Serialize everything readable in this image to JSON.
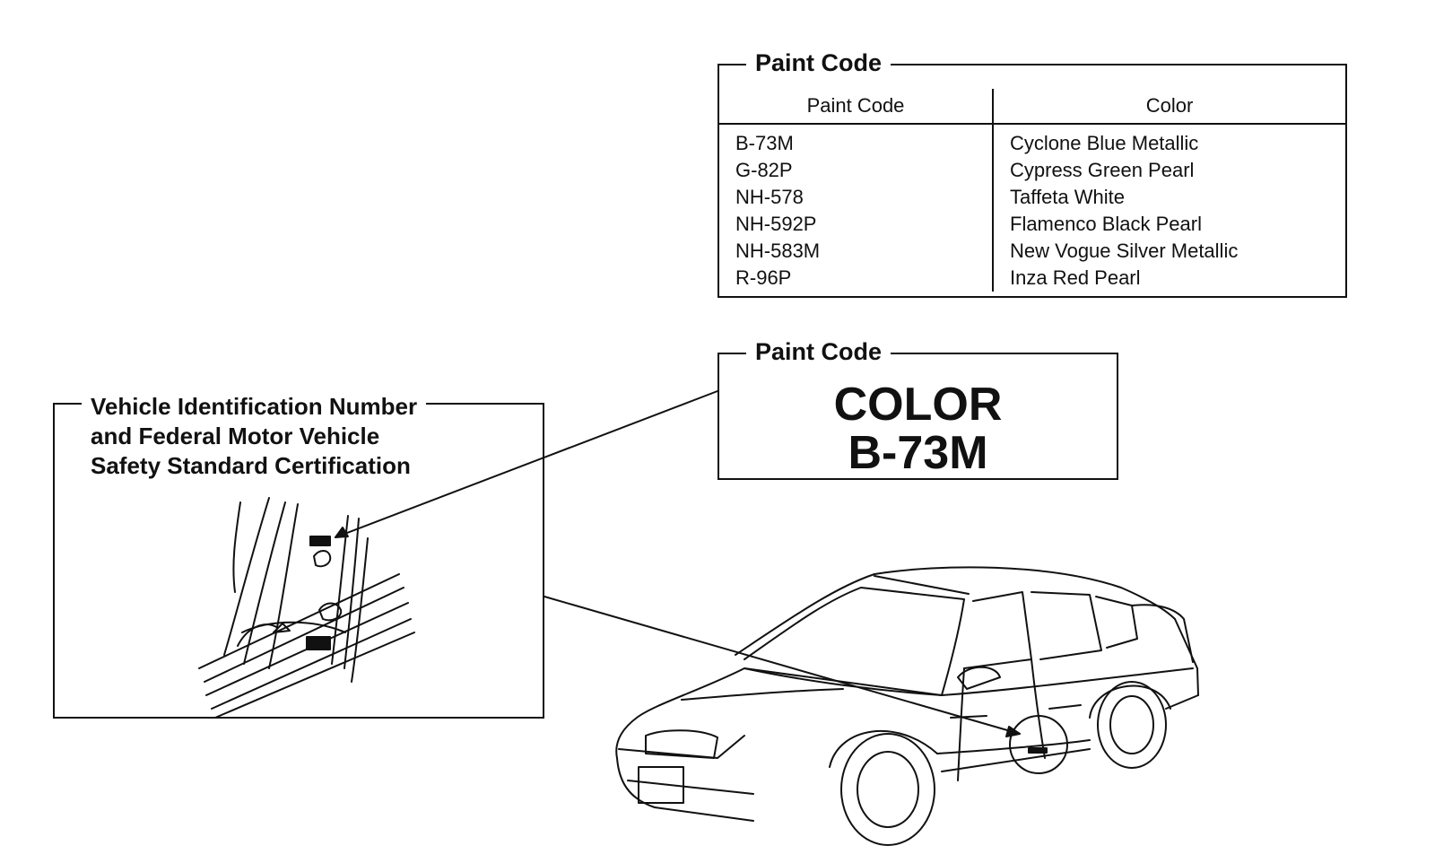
{
  "paint_table": {
    "title": "Paint Code",
    "columns": [
      "Paint Code",
      "Color"
    ],
    "rows": [
      {
        "code": "B-73M",
        "color": "Cyclone Blue Metallic"
      },
      {
        "code": "G-82P",
        "color": "Cypress Green Pearl"
      },
      {
        "code": "NH-578",
        "color": "Taffeta White"
      },
      {
        "code": "NH-592P",
        "color": "Flamenco Black Pearl"
      },
      {
        "code": "NH-583M",
        "color": "New Vogue Silver Metallic"
      },
      {
        "code": "R-96P",
        "color": "Inza Red Pearl"
      }
    ]
  },
  "paint_label": {
    "title": "Paint Code",
    "line1": "COLOR",
    "line2": "B-73M"
  },
  "vin_box": {
    "title_lines": [
      "Vehicle Identification Number",
      "and Federal Motor Vehicle",
      "Safety Standard Certification"
    ]
  },
  "illustrations": [
    "door-jamb-illustration",
    "sedan-car-illustration"
  ]
}
